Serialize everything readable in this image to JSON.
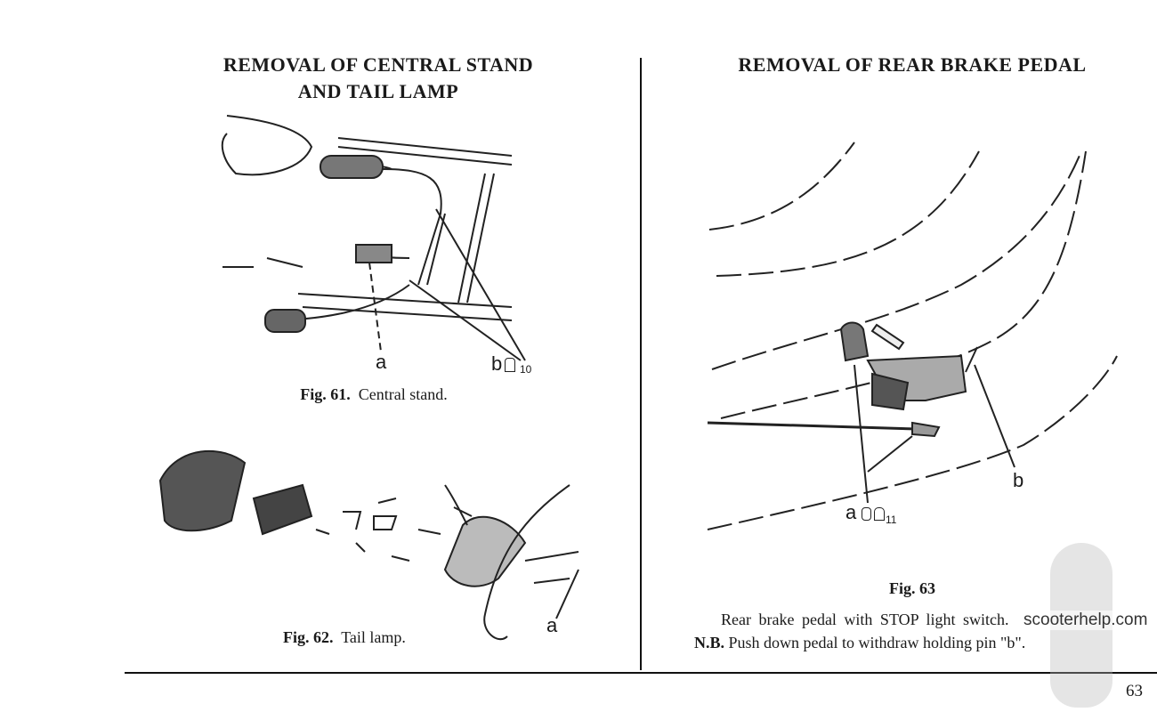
{
  "left": {
    "title_line1": "REMOVAL OF CENTRAL STAND",
    "title_line2": "AND TAIL LAMP",
    "fig61": {
      "number": "Fig. 61.",
      "caption": "Central stand.",
      "label_a": "a",
      "label_b": "b",
      "tool_number": "10"
    },
    "fig62": {
      "number": "Fig. 62.",
      "caption": "Tail lamp.",
      "label_a": "a"
    }
  },
  "right": {
    "title": "REMOVAL OF REAR BRAKE PEDAL",
    "fig63": {
      "number": "Fig. 63",
      "label_a": "a",
      "label_b": "b",
      "tool_number": "11",
      "caption": "Rear brake pedal with STOP light switch.",
      "nb_label": "N.B.",
      "nb_text": "Push down pedal to withdraw holding pin \"b\"."
    }
  },
  "page_number": "63",
  "watermark": "scooterhelp.com"
}
